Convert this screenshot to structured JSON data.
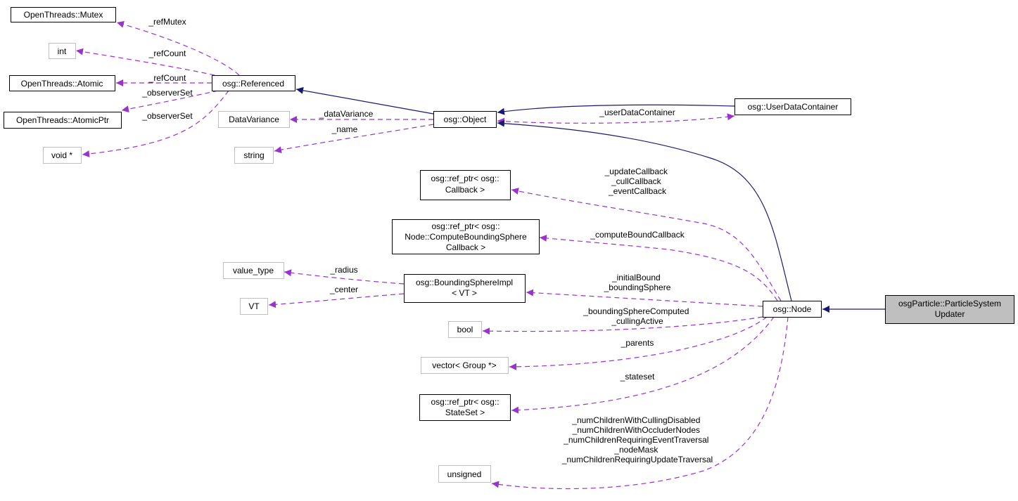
{
  "colors": {
    "inheritance": "#191970",
    "member": "#9a32cd",
    "selected_fill": "#bfbfbf"
  },
  "nodes": {
    "mutex": "OpenThreads::Mutex",
    "int": "int",
    "atomic": "OpenThreads::Atomic",
    "atomicptr": "OpenThreads::AtomicPtr",
    "voidptr": "void *",
    "referenced": "osg::Referenced",
    "datavariance": "DataVariance",
    "string": "string",
    "object": "osg::Object",
    "udc": "osg::UserDataContainer",
    "callback": [
      "osg::ref_ptr< osg::",
      "Callback >"
    ],
    "cbs": [
      "osg::ref_ptr< osg::",
      "Node::ComputeBoundingSphere",
      "Callback >"
    ],
    "bsi": [
      "osg::BoundingSphereImpl",
      "< VT >"
    ],
    "valuetype": "value_type",
    "vt": "VT",
    "bool": "bool",
    "vector": "vector< Group *>",
    "stateset": [
      "osg::ref_ptr< osg::",
      "StateSet >"
    ],
    "unsigned": "unsigned",
    "node": "osg::Node",
    "psu": [
      "osgParticle::ParticleSystem",
      "Updater"
    ]
  },
  "edge_labels": {
    "refMutex": "_refMutex",
    "refCount1": "_refCount",
    "refCount2": "_refCount",
    "observerSet1": "_observerSet",
    "observerSet2": "_observerSet",
    "dataVariance": "_dataVariance",
    "name": "_name",
    "userDataContainer": "_userDataContainer",
    "callbacks": [
      "_updateCallback",
      "_cullCallback",
      "_eventCallback"
    ],
    "computeBound": "_computeBoundCallback",
    "radius": "_radius",
    "center": "_center",
    "bound": [
      "_initialBound",
      "_boundingSphere"
    ],
    "boolMembers": [
      "_boundingSphereComputed",
      "_cullingActive"
    ],
    "parents": "_parents",
    "stateset": "_stateset",
    "unsignedMembers": [
      "_numChildrenWithCullingDisabled",
      "_numChildrenWithOccluderNodes",
      "_numChildrenRequiringEventTraversal",
      "_nodeMask",
      "_numChildrenRequiringUpdateTraversal"
    ]
  }
}
